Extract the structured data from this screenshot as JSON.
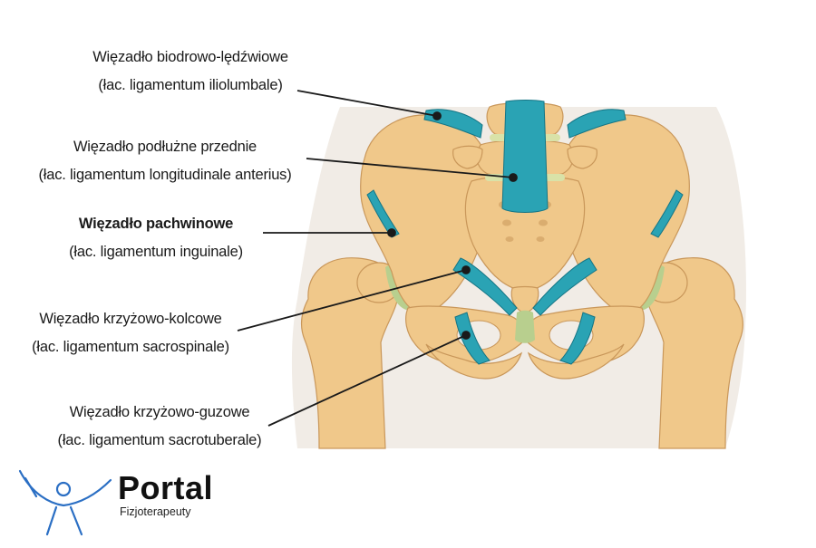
{
  "labels": [
    {
      "id": "iliolumbale",
      "name": "Więzadło biodrowo-lędźwiowe",
      "latin": "(łac. ligamentum iliolumbale)",
      "bold": false
    },
    {
      "id": "longitudinale",
      "name": "Więzadło podłużne przednie",
      "latin": "(łac. ligamentum longitudinale anterius)",
      "bold": false
    },
    {
      "id": "inguinale",
      "name": "Więzadło pachwinowe",
      "latin": "(łac. ligamentum inguinale)",
      "bold": true
    },
    {
      "id": "sacrospinale",
      "name": "Więzadło krzyżowo-kolcowe",
      "latin": "(łac. ligamentum sacrospinale)",
      "bold": false
    },
    {
      "id": "sacrotuberale",
      "name": "Więzadło krzyżowo-guzowe",
      "latin": "(łac. ligamentum sacrotuberale)",
      "bold": false
    }
  ],
  "logo": {
    "title": "Portal",
    "subtitle": "Fizjoterapeuty"
  },
  "colors": {
    "bone": "#f0c88a",
    "bone_outline": "#c9975a",
    "ligament": "#2aa3b4",
    "ligament_dark": "#157585",
    "cartilage": "#b8cf8e",
    "skin": "#f1ece6",
    "leader": "#1a1a1a",
    "logo_blue": "#2b6fc4"
  }
}
